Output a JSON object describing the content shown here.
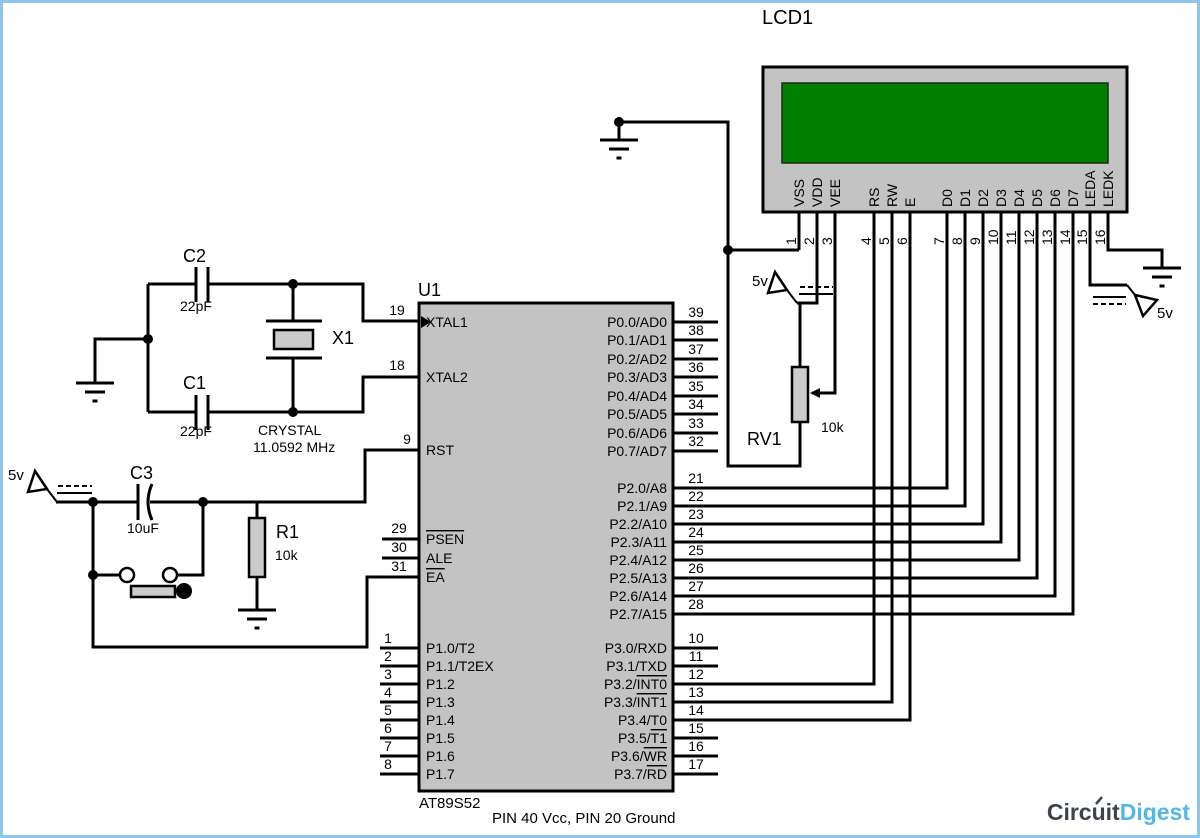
{
  "colors": {
    "screen-green": "#008000",
    "body-gray": "#c3c3c3",
    "comp-gray": "#cbcbcb",
    "frame-blue": "#8ec5e5",
    "logo-dark": "#3d434d",
    "logo-blue": "#54b6e4"
  },
  "lcd": {
    "ref": "LCD1",
    "pins": [
      {
        "num": "1",
        "name": "VSS"
      },
      {
        "num": "2",
        "name": "VDD"
      },
      {
        "num": "3",
        "name": "VEE"
      },
      {
        "num": "4",
        "name": "RS"
      },
      {
        "num": "5",
        "name": "RW"
      },
      {
        "num": "6",
        "name": "E"
      },
      {
        "num": "7",
        "name": "D0"
      },
      {
        "num": "8",
        "name": "D1"
      },
      {
        "num": "9",
        "name": "D2"
      },
      {
        "num": "10",
        "name": "D3"
      },
      {
        "num": "11",
        "name": "D4"
      },
      {
        "num": "12",
        "name": "D5"
      },
      {
        "num": "13",
        "name": "D6"
      },
      {
        "num": "14",
        "name": "D7"
      },
      {
        "num": "15",
        "name": "LEDA"
      },
      {
        "num": "16",
        "name": "LEDK"
      }
    ]
  },
  "mcu": {
    "ref": "U1",
    "part": "AT89S52",
    "note": "PIN 40 Vcc, PIN 20 Ground",
    "left_pins": [
      {
        "num": "19",
        "pre": "XTAL1",
        "ovl": ""
      },
      {
        "num": "18",
        "pre": "XTAL2",
        "ovl": ""
      },
      {
        "num": "9",
        "pre": "RST",
        "ovl": ""
      },
      {
        "num": "29",
        "pre": "",
        "ovl": "PSEN"
      },
      {
        "num": "30",
        "pre": "ALE",
        "ovl": ""
      },
      {
        "num": "31",
        "pre": "",
        "ovl": "EA"
      },
      {
        "num": "1",
        "pre": "P1.0/T2",
        "ovl": ""
      },
      {
        "num": "2",
        "pre": "P1.1/T2EX",
        "ovl": ""
      },
      {
        "num": "3",
        "pre": "P1.2",
        "ovl": ""
      },
      {
        "num": "4",
        "pre": "P1.3",
        "ovl": ""
      },
      {
        "num": "5",
        "pre": "P1.4",
        "ovl": ""
      },
      {
        "num": "6",
        "pre": "P1.5",
        "ovl": ""
      },
      {
        "num": "7",
        "pre": "P1.6",
        "ovl": ""
      },
      {
        "num": "8",
        "pre": "P1.7",
        "ovl": ""
      }
    ],
    "right_pins": [
      {
        "num": "39",
        "pre": "P0.0/AD0",
        "ovl": ""
      },
      {
        "num": "38",
        "pre": "P0.1/AD1",
        "ovl": ""
      },
      {
        "num": "37",
        "pre": "P0.2/AD2",
        "ovl": ""
      },
      {
        "num": "36",
        "pre": "P0.3/AD3",
        "ovl": ""
      },
      {
        "num": "35",
        "pre": "P0.4/AD4",
        "ovl": ""
      },
      {
        "num": "34",
        "pre": "P0.5/AD5",
        "ovl": ""
      },
      {
        "num": "33",
        "pre": "P0.6/AD6",
        "ovl": ""
      },
      {
        "num": "32",
        "pre": "P0.7/AD7",
        "ovl": ""
      },
      {
        "num": "21",
        "pre": "P2.0/A8",
        "ovl": ""
      },
      {
        "num": "22",
        "pre": "P2.1/A9",
        "ovl": ""
      },
      {
        "num": "23",
        "pre": "P2.2/A10",
        "ovl": ""
      },
      {
        "num": "24",
        "pre": "P2.3/A11",
        "ovl": ""
      },
      {
        "num": "25",
        "pre": "P2.4/A12",
        "ovl": ""
      },
      {
        "num": "26",
        "pre": "P2.5/A13",
        "ovl": ""
      },
      {
        "num": "27",
        "pre": "P2.6/A14",
        "ovl": ""
      },
      {
        "num": "28",
        "pre": "P2.7/A15",
        "ovl": ""
      },
      {
        "num": "10",
        "pre": "P3.0/RXD",
        "ovl": ""
      },
      {
        "num": "11",
        "pre": "P3.1/TXD",
        "ovl": ""
      },
      {
        "num": "12",
        "pre": "P3.2/",
        "ovl": "INT0"
      },
      {
        "num": "13",
        "pre": "P3.3/",
        "ovl": "INT1"
      },
      {
        "num": "14",
        "pre": "P3.4/T0",
        "ovl": ""
      },
      {
        "num": "15",
        "pre": "P3.5/",
        "ovl": "T1"
      },
      {
        "num": "16",
        "pre": "P3.6/",
        "ovl": "WR"
      },
      {
        "num": "17",
        "pre": "P3.7/",
        "ovl": "RD"
      }
    ]
  },
  "components": {
    "c2": {
      "ref": "C2",
      "value": "22pF"
    },
    "c1": {
      "ref": "C1",
      "value": "22pF"
    },
    "c3": {
      "ref": "C3",
      "value": "10uF"
    },
    "x1": {
      "ref": "X1",
      "value": "CRYSTAL",
      "freq": "11.0592 MHz"
    },
    "r1": {
      "ref": "R1",
      "value": "10k"
    },
    "rv1": {
      "ref": "RV1",
      "value": "10k"
    }
  },
  "power": {
    "reset_supply": "5v",
    "contrast_supply": "5v",
    "backlight_supply": "5v"
  },
  "logo": {
    "part1": "Circuit",
    "part2": "Digest"
  }
}
